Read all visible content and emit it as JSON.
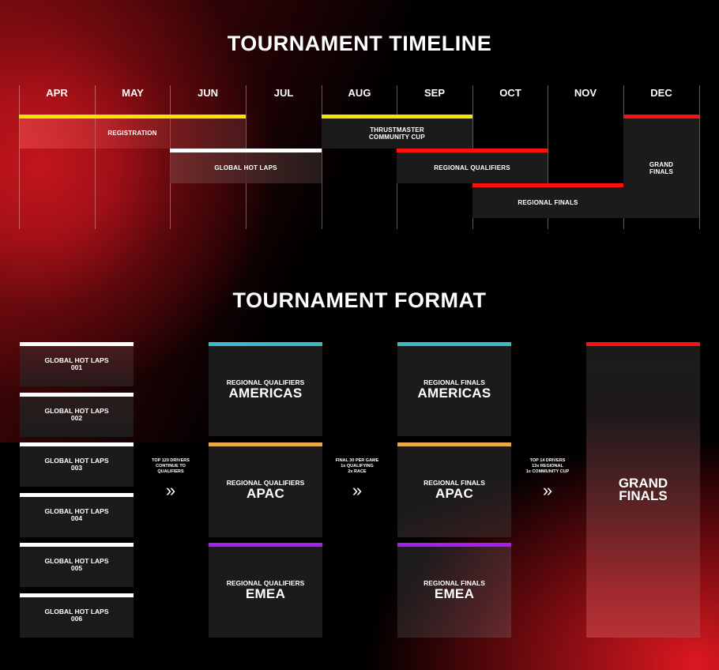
{
  "timeline": {
    "title": "TOURNAMENT TIMELINE",
    "months": [
      "APR",
      "MAY",
      "JUN",
      "JUL",
      "AUG",
      "SEP",
      "OCT",
      "NOV",
      "DEC"
    ],
    "events": [
      {
        "label": "REGISTRATION",
        "start_month": "APR",
        "end_month": "JUL",
        "row": 1,
        "color": "#f5e400"
      },
      {
        "label": "THRUSTMASTER\nCOMMUNITY CUP",
        "start_month": "AUG",
        "end_month": "SEP",
        "row": 1,
        "color": "#f5e400"
      },
      {
        "label": "GRAND\nFINALS",
        "start_month": "DEC",
        "end_month": "DEC",
        "row": "1-3",
        "color": "#ff1010"
      },
      {
        "label": "GLOBAL HOT LAPS",
        "start_month": "JUN",
        "end_month": "JUL",
        "row": 2,
        "color": "#ffffff"
      },
      {
        "label": "REGIONAL QUALIFIERS",
        "start_month": "SEP",
        "end_month": "OCT",
        "row": 2,
        "color": "#ff1010"
      },
      {
        "label": "REGIONAL FINALS",
        "start_month": "OCT",
        "end_month": "NOV",
        "row": 3,
        "color": "#ff1010"
      }
    ]
  },
  "format": {
    "title": "TOURNAMENT FORMAT",
    "hot_laps": [
      {
        "title": "GLOBAL HOT LAPS",
        "number": "001"
      },
      {
        "title": "GLOBAL HOT LAPS",
        "number": "002"
      },
      {
        "title": "GLOBAL HOT LAPS",
        "number": "003"
      },
      {
        "title": "GLOBAL HOT LAPS",
        "number": "004"
      },
      {
        "title": "GLOBAL HOT LAPS",
        "number": "005"
      },
      {
        "title": "GLOBAL HOT LAPS",
        "number": "006"
      }
    ],
    "step1_note": [
      "TOP 120 DRIVERS",
      "CONTINUE TO",
      "QUALIFIERS"
    ],
    "qualifiers": [
      {
        "stage": "REGIONAL QUALIFIERS",
        "region": "AMERICAS",
        "color": "#3fb8c8"
      },
      {
        "stage": "REGIONAL QUALIFIERS",
        "region": "APAC",
        "color": "#e8a94a"
      },
      {
        "stage": "REGIONAL QUALIFIERS",
        "region": "EMEA",
        "color": "#a51ff0"
      }
    ],
    "step2_note": [
      "FINAL 30 PER GAME",
      "1x QUALIFYING",
      "2x RACE"
    ],
    "finals": [
      {
        "stage": "REGIONAL FINALS",
        "region": "AMERICAS",
        "color": "#3fb8c8"
      },
      {
        "stage": "REGIONAL FINALS",
        "region": "APAC",
        "color": "#e8a94a"
      },
      {
        "stage": "REGIONAL FINALS",
        "region": "EMEA",
        "color": "#a51ff0"
      }
    ],
    "step3_note": [
      "TOP 14 DRIVERS",
      "13x REGIONAL",
      "1x COMMUNITY CUP"
    ],
    "grand_finals": {
      "line1": "GRAND",
      "line2": "FINALS",
      "color": "#ff1010"
    },
    "arrow_glyph": "»"
  },
  "colors": {
    "accent_red": "#ff1010",
    "yellow": "#f5e400",
    "white": "#ffffff",
    "teal": "#3fb8c8",
    "gold": "#e8a94a",
    "purple": "#a51ff0",
    "card_bg": "#1c1b1c"
  }
}
